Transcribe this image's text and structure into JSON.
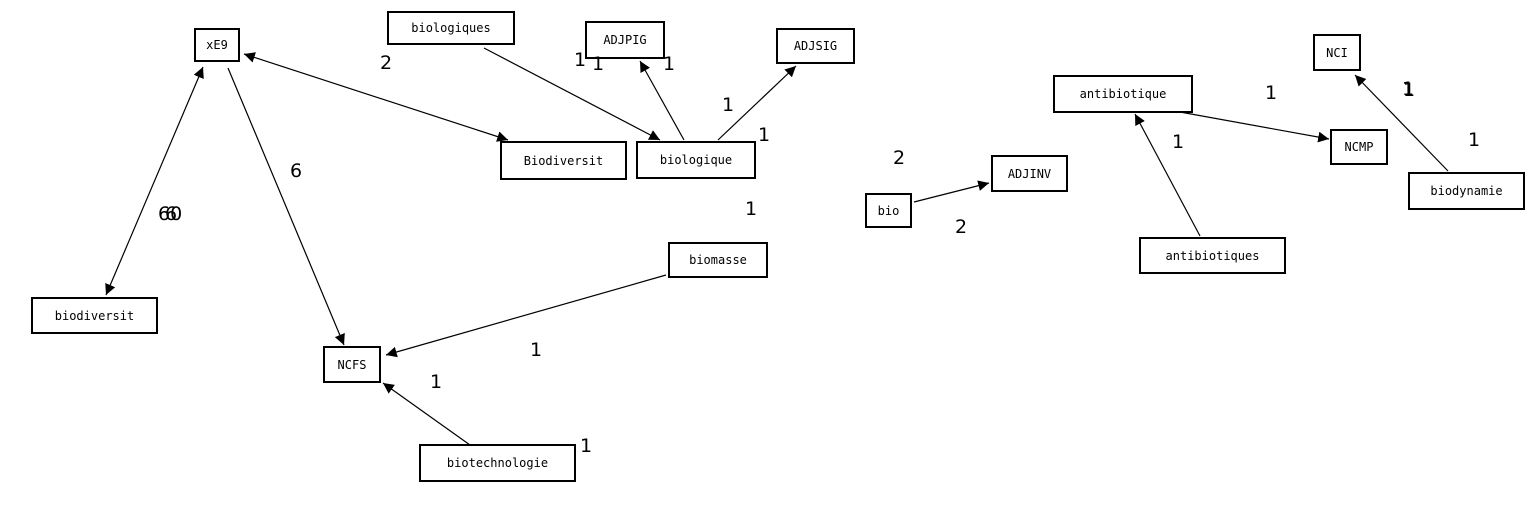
{
  "nodes": [
    {
      "id": "xE9",
      "label": "xE9"
    },
    {
      "id": "biologiques",
      "label": "biologiques"
    },
    {
      "id": "ADJPIG",
      "label": "ADJPIG"
    },
    {
      "id": "ADJSIG",
      "label": "ADJSIG"
    },
    {
      "id": "Biodiversit",
      "label": "Biodiversit"
    },
    {
      "id": "biologique",
      "label": "biologique"
    },
    {
      "id": "biodiversit",
      "label": "biodiversit"
    },
    {
      "id": "biomasse",
      "label": "biomasse"
    },
    {
      "id": "NCFS",
      "label": "NCFS"
    },
    {
      "id": "biotechnologie",
      "label": "biotechnologie"
    },
    {
      "id": "bio",
      "label": "bio"
    },
    {
      "id": "ADJINV",
      "label": "ADJINV"
    },
    {
      "id": "antibiotique",
      "label": "antibiotique"
    },
    {
      "id": "NCI",
      "label": "NCI"
    },
    {
      "id": "NCMP",
      "label": "NCMP"
    },
    {
      "id": "antibiotiques",
      "label": "antibiotiques"
    },
    {
      "id": "biodynamie",
      "label": "biodynamie"
    }
  ],
  "edges": [
    {
      "from": "Biodiversit",
      "to": "xE9",
      "label": "2",
      "bidirectional": true
    },
    {
      "from": "xE9",
      "to": "biodiversit",
      "label": "60",
      "bidirectional": true
    },
    {
      "from": "xE9",
      "to": "NCFS",
      "label": "6"
    },
    {
      "from": "biologiques",
      "to": "biologique",
      "label": "1"
    },
    {
      "from": "biologique",
      "to": "ADJPIG",
      "label": "1"
    },
    {
      "from": "biologique",
      "to": "ADJSIG",
      "label": "1"
    },
    {
      "from": "biomasse",
      "to": "NCFS",
      "label": "1"
    },
    {
      "from": "biotechnologie",
      "to": "NCFS",
      "label": "1"
    },
    {
      "from": "bio",
      "to": "ADJINV",
      "label": "2"
    },
    {
      "from": "antibiotique",
      "to": "NCMP",
      "label": "1"
    },
    {
      "from": "antibiotiques",
      "to": "antibiotique",
      "label": "1"
    },
    {
      "from": "biodynamie",
      "to": "NCI",
      "label": "1"
    }
  ],
  "free_labels": [
    "1",
    "1",
    "1",
    "6",
    "2",
    "1",
    "1",
    "1"
  ]
}
